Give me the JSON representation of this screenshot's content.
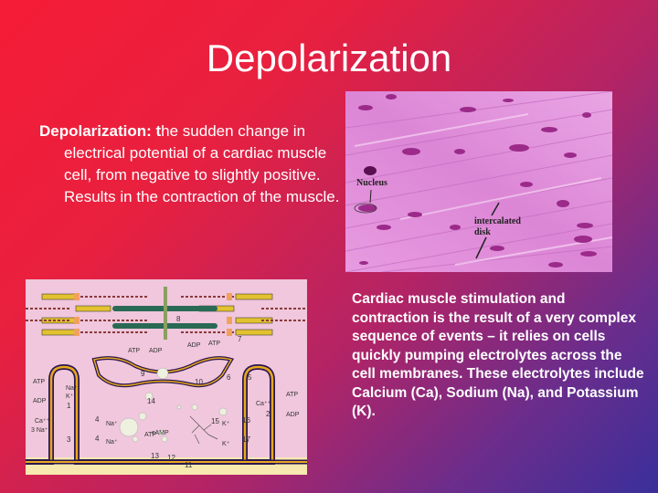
{
  "slide": {
    "title": "Depolarization",
    "definition": {
      "term": "Depolarization: t",
      "text": "he sudden change in electrical potential of a cardiac muscle cell, from negative to slightly positive. Results in the contraction of the muscle."
    },
    "micrograph": {
      "label_nucleus": "Nucleus",
      "label_disk_1": "intercalated",
      "label_disk_2": "disk"
    },
    "diagram": {
      "labels": {
        "atp": "ATP",
        "adp": "ADP",
        "na": "Na⁺",
        "k": "K⁺",
        "ca": "Ca⁺⁺",
        "na3": "3 Na⁺",
        "camp": "cAMP",
        "n1": "1",
        "n2": "2",
        "n3": "3",
        "n4": "4",
        "n5": "5",
        "n6": "6",
        "n7": "7",
        "n8": "8",
        "n9": "9",
        "n10": "10",
        "n11": "11",
        "n12": "12",
        "n13": "13",
        "n14": "14",
        "n15": "15",
        "n16": "16",
        "n17": "17"
      }
    },
    "description": "Cardiac muscle stimulation and contraction is the result of a very complex sequence of events – it relies on cells quickly pumping electrolytes across the cell membranes. These electrolytes include Calcium (Ca), Sodium (Na), and Potassium (K)."
  }
}
